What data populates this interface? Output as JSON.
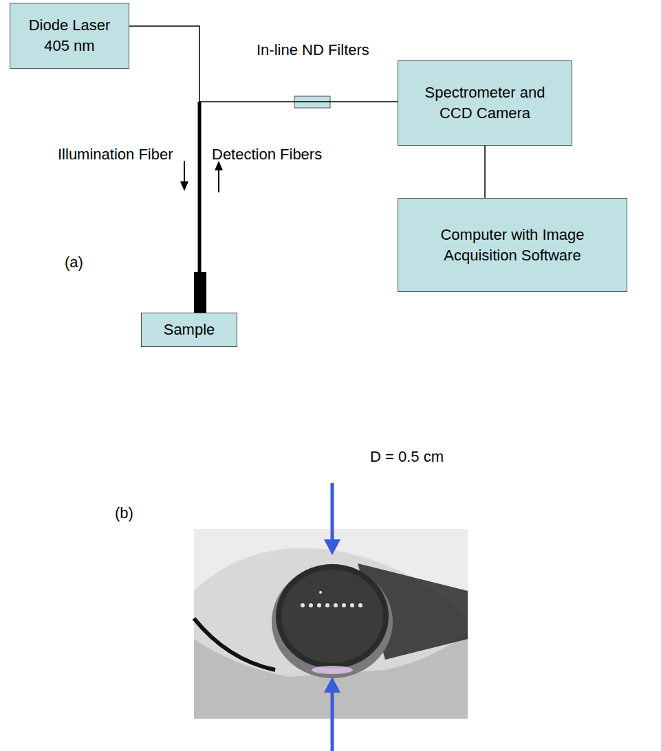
{
  "diagram": {
    "nodes": [
      {
        "text": [
          "Diode Laser 405 nm"
        ]
      },
      {
        "text": [
          "Sample"
        ]
      },
      {
        "text": [
          "Spectrometer and CCD Camera"
        ]
      },
      {
        "text": [
          "Computer with Image Acquisition Software"
        ]
      }
    ],
    "edges": [
      {
        "from": 0,
        "to": 1,
        "arrow": "none"
      },
      {
        "from": 1,
        "to": 2,
        "arrow": "none"
      },
      {
        "from": 2,
        "to": 3,
        "arrow": "none"
      }
    ],
    "labels": [
      "In-line ND Filters",
      "Illumination Fiber",
      "Detection Fibers",
      "(a)",
      "D = 0.5 cm",
      "(b)"
    ]
  }
}
